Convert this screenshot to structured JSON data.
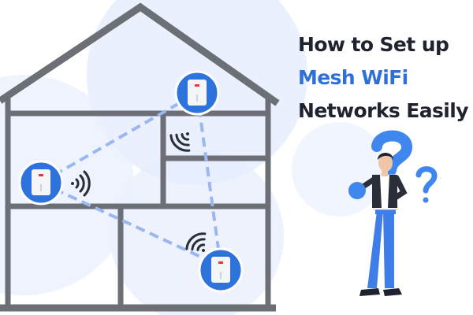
{
  "headline": {
    "line1": "How to Set up",
    "line2": "Mesh WiFi",
    "line3": "Networks Easily"
  },
  "colors": {
    "title_dark": "#1f2330",
    "title_accent": "#2f6fd8",
    "house_outline": "#6d6f76",
    "link_line": "#9ab8ef",
    "router_blue": "#2e73dc",
    "router_body": "#f4f5f8",
    "glow": "#dbe6fb",
    "figure_pants": "#3f7ee8",
    "question_mark": "#3f86ee",
    "router_badge": "#e53935"
  },
  "icons": {
    "router": "mesh-router-icon",
    "wifi": "wifi-signal-icon",
    "question": "question-mark-icon",
    "person": "thinking-person-illustration"
  }
}
